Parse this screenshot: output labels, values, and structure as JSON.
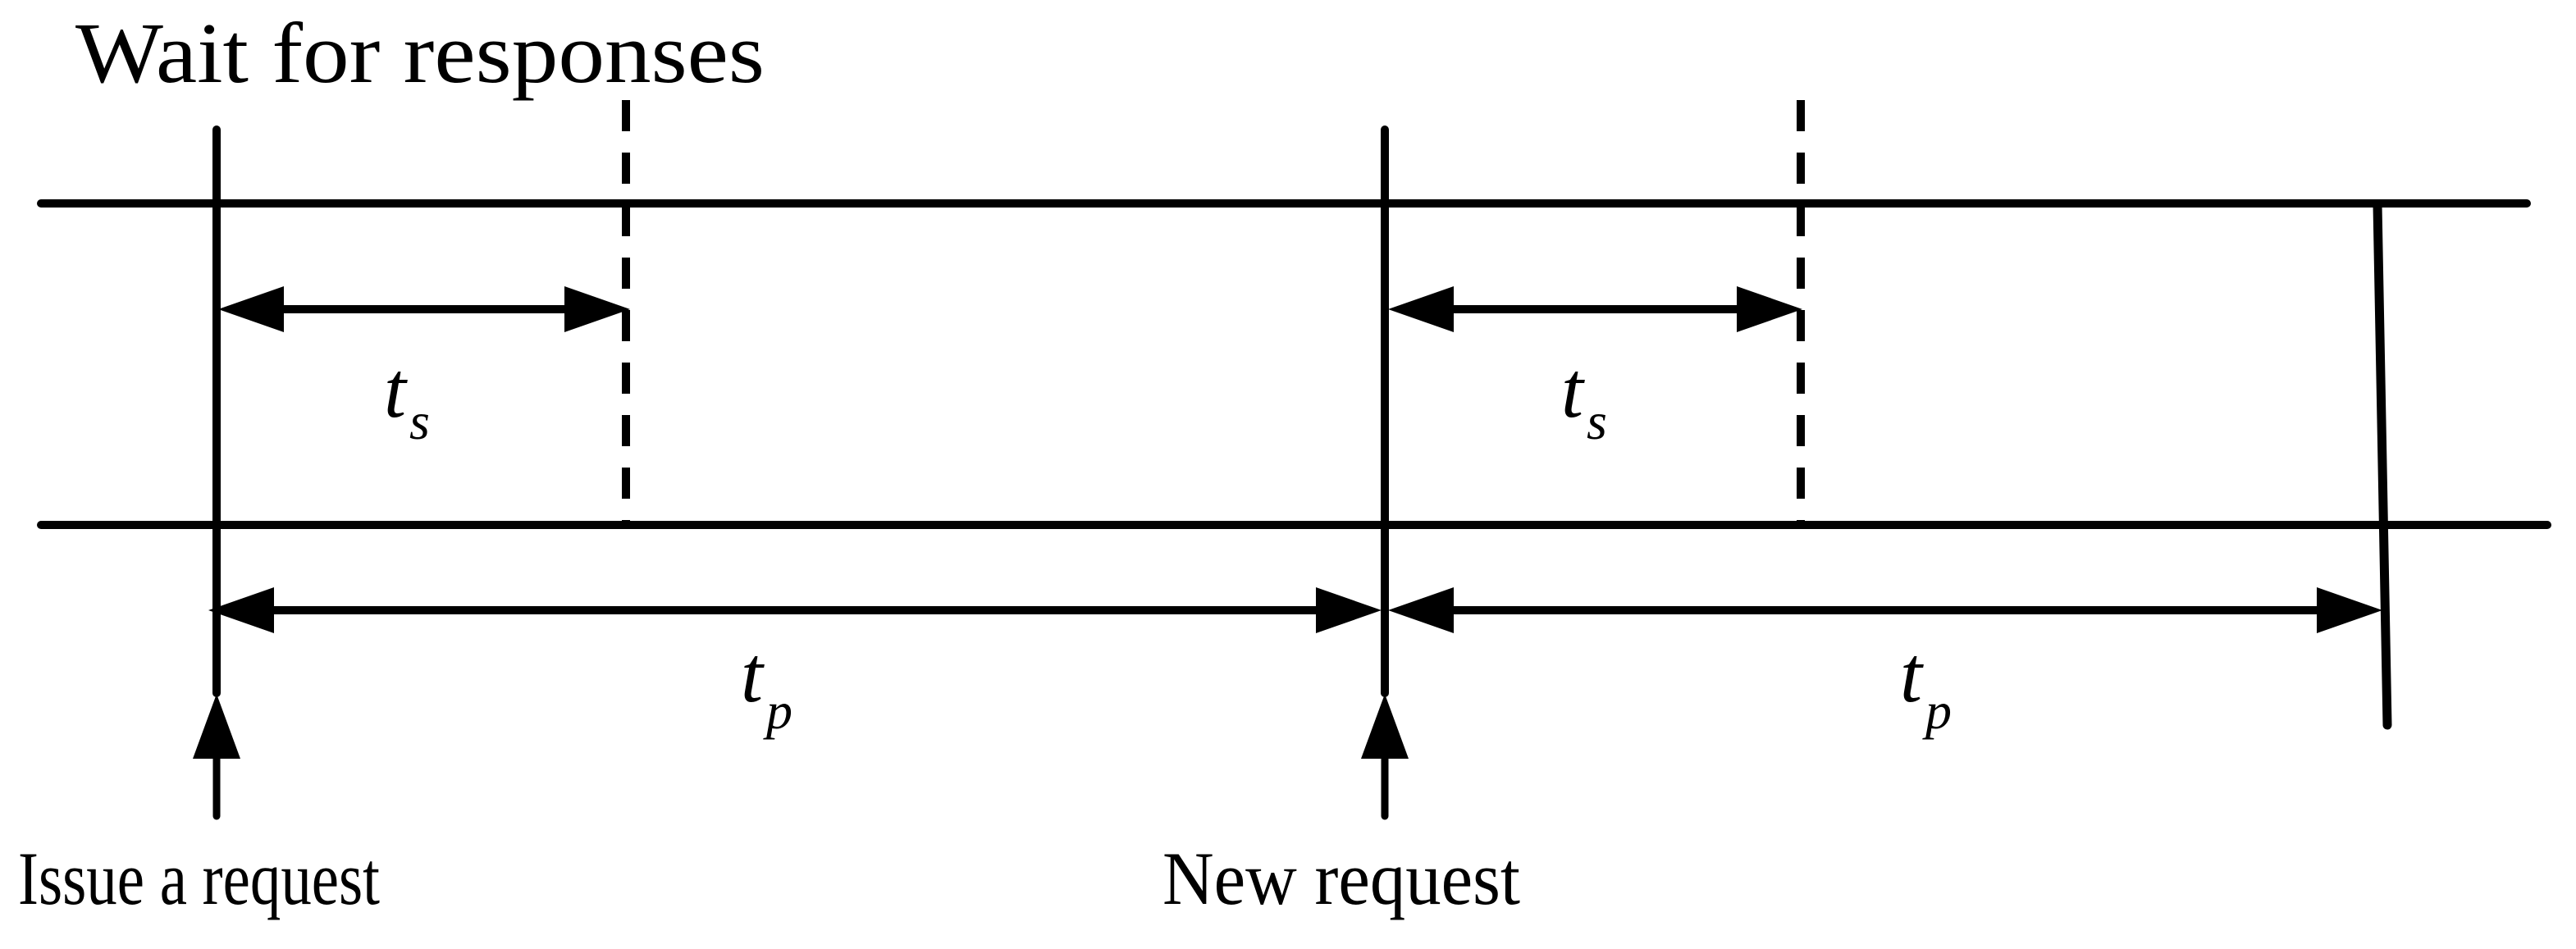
{
  "figure": {
    "type": "timing-diagram",
    "background": "#ffffff",
    "ink": "#000000"
  },
  "labels": {
    "wait_for_responses": "Wait for responses",
    "issue_a_request": "Issue a request",
    "new_request": "New request"
  },
  "symbols": {
    "service_time": {
      "base": "t",
      "sub": "s"
    },
    "period_time": {
      "base": "t",
      "sub": "p"
    }
  }
}
